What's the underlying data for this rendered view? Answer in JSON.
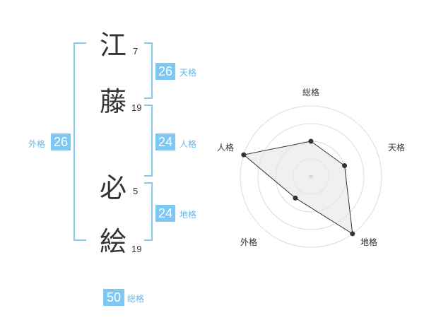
{
  "name_chars": [
    {
      "char": "江",
      "strokes": "7"
    },
    {
      "char": "藤",
      "strokes": "19"
    },
    {
      "char": "必",
      "strokes": "5"
    },
    {
      "char": "絵",
      "strokes": "19"
    }
  ],
  "fortunes": {
    "tenkaku": {
      "value": "26",
      "label": "天格"
    },
    "jinkaku": {
      "value": "24",
      "label": "人格"
    },
    "chikaku": {
      "value": "24",
      "label": "地格"
    },
    "gaikaku": {
      "value": "26",
      "label": "外格"
    },
    "soukaku": {
      "value": "50",
      "label": "総格"
    }
  },
  "colors": {
    "accent": "#7CC8F2",
    "bracket": "#84C9F0",
    "label": "#68B7E6"
  },
  "chart_data": {
    "type": "radar",
    "axes": [
      "総格",
      "天格",
      "地格",
      "外格",
      "人格"
    ],
    "values": [
      2,
      2,
      4,
      1.5,
      4
    ],
    "range": [
      0,
      4
    ],
    "rings": 4,
    "grid": true
  }
}
